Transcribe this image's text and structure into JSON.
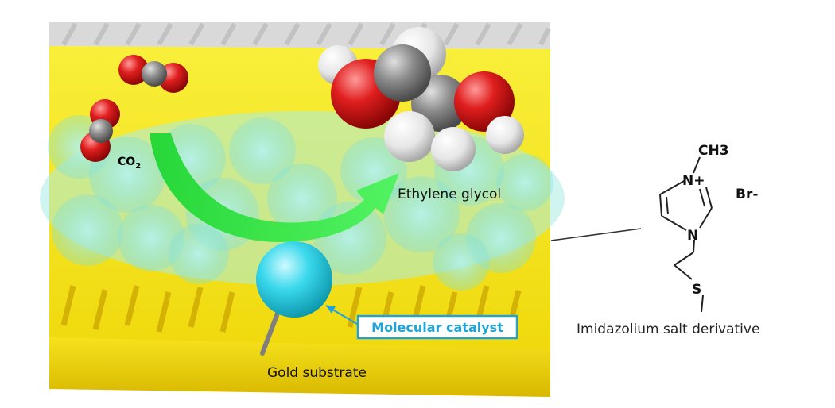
{
  "labels": {
    "co2_prefix": "CO",
    "co2_subscript": "2",
    "product": "Ethylene glycol",
    "catalyst": "Molecular catalyst",
    "substrate": "Gold substrate",
    "compound": "Imidazolium salt derivative"
  },
  "structure": {
    "methyl": "CH3",
    "n_plus": "N+",
    "n": "N",
    "s": "S",
    "counter_ion": "Br-"
  },
  "colors": {
    "gold": "#f5e61a",
    "catalyst": "#33d6e8",
    "arrow": "#22e03a",
    "label_box": "#1fa3d9",
    "oxygen": "#e01e1e",
    "carbon": "#7d7d7d",
    "hydrogen": "#f2f2f2"
  }
}
